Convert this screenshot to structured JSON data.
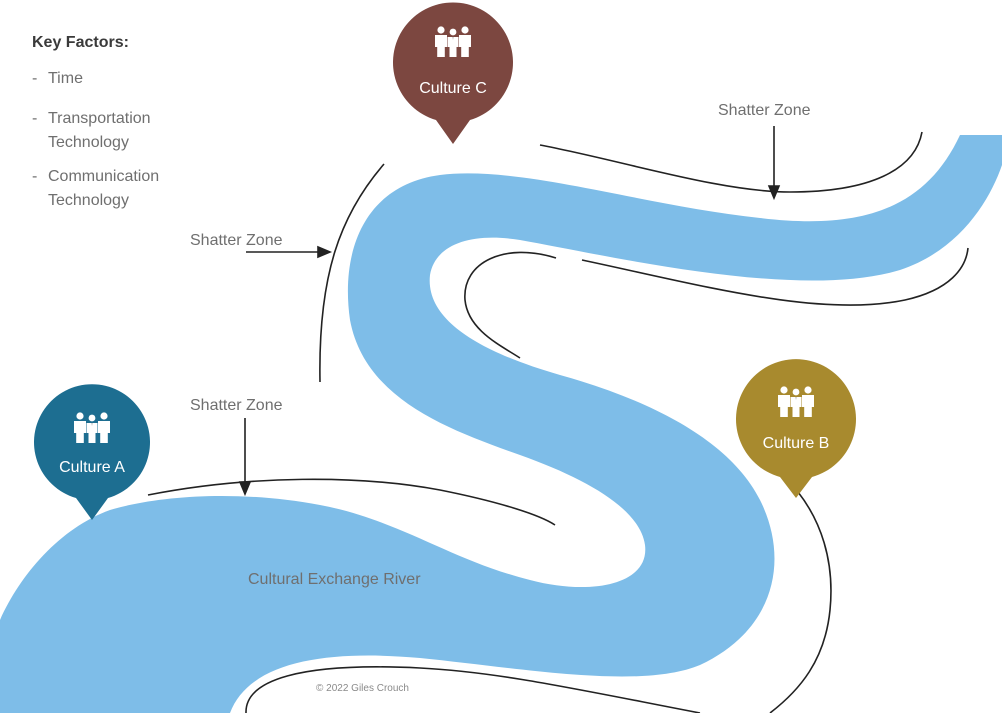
{
  "key_factors": {
    "title": "Key Factors:",
    "dash": "-",
    "items": [
      {
        "label": "Time"
      },
      {
        "label": "Transportation Technology"
      },
      {
        "label": "Communication Technology"
      }
    ]
  },
  "cultures": [
    {
      "label": "Culture A",
      "color": "#1d6e91"
    },
    {
      "label": "Culture B",
      "color": "#a88a2e"
    },
    {
      "label": "Culture C",
      "color": "#7c4740"
    }
  ],
  "shatter_zones": [
    {
      "label": "Shatter Zone"
    },
    {
      "label": "Shatter Zone"
    },
    {
      "label": "Shatter Zone"
    }
  ],
  "river": {
    "label": "Cultural Exchange River",
    "color": "#7ebde8"
  },
  "copyright": "© 2022 Giles Crouch",
  "icons": {
    "people": "people-group-icon"
  }
}
